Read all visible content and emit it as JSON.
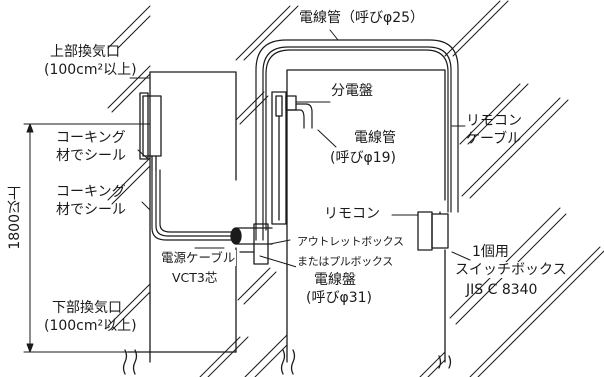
{
  "labels": {
    "conduit_25": "電線管（呼びφ25）",
    "upper_vent_title": "上部換気口",
    "upper_vent_size": "(100cm²以上)",
    "caulk_seal_1a": "コーキング",
    "caulk_seal_1b": "材でシール",
    "caulk_seal_2a": "コーキング",
    "caulk_seal_2b": "材でシール",
    "height": "1800以上",
    "lower_vent_title": "下部換気口",
    "lower_vent_size": "(100cm²以上)",
    "power_cable_a": "電源ケーブル",
    "power_cable_b": "VCT3芯",
    "conduit_31_a": "電線盤",
    "conduit_31_b": "(呼びφ31)",
    "distribution_board": "分電盤",
    "conduit_19_a": "電線管",
    "conduit_19_b": "(呼びφ19)",
    "remote_cable_a": "リモコン",
    "remote_cable_b": "ケーブル",
    "remote": "リモコン",
    "outlet_box_a": "アウトレットボックス",
    "outlet_box_b": "またはプルボックス",
    "switch_box_a": "1個用",
    "switch_box_b": "スイッチボックス",
    "switch_box_c": "JIS C 8340"
  },
  "colors": {
    "line": "#1a1a1a",
    "background": "#ffffff"
  }
}
